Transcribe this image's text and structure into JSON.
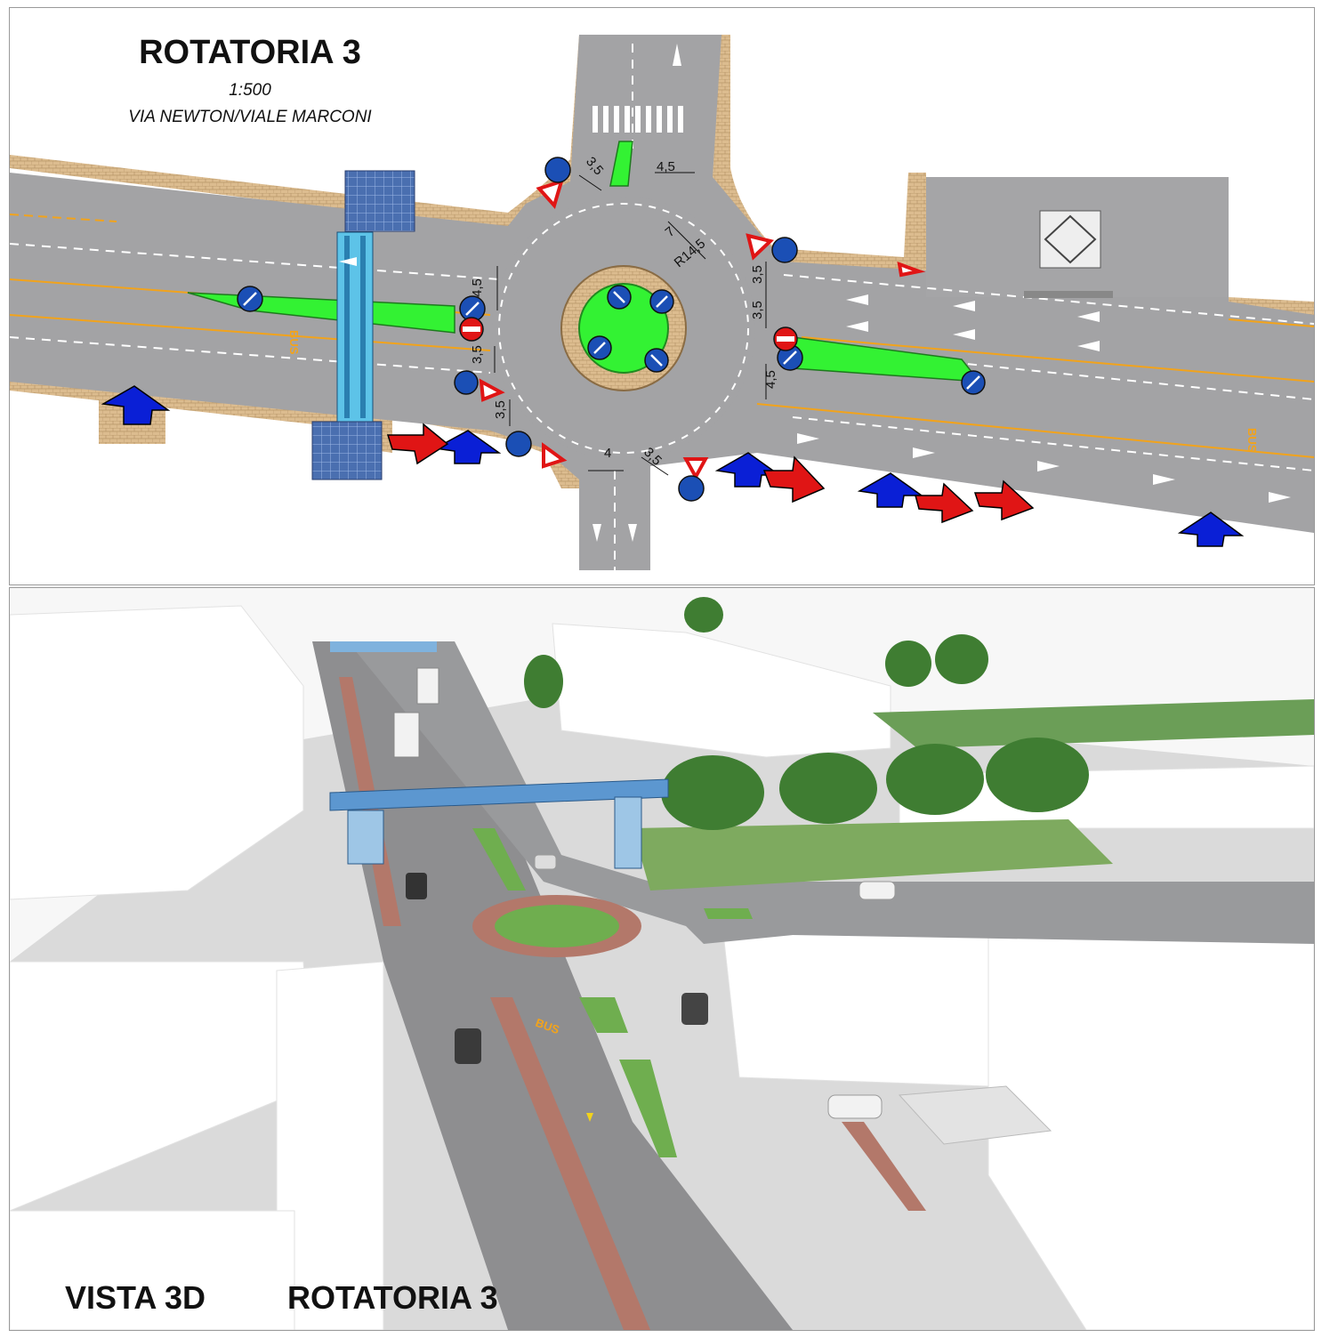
{
  "plan": {
    "title": "ROTATORIA 3",
    "scale": "1:500",
    "subtitle": "VIA NEWTON/VIALE MARCONI",
    "bus_marking": "BUS",
    "dimensions": [
      "3,5",
      "4,5",
      "7",
      "R14,5",
      "4,5",
      "3,5",
      "3,5",
      "3,5",
      "4,5",
      "3,5",
      "4",
      "3,5"
    ]
  },
  "view3d": {
    "label_left": "VISTA 3D",
    "label_right": "ROTATORIA 3",
    "bus_marking": "BUS"
  },
  "colors": {
    "asphalt": "#a3a3a5",
    "sidewalk": "#d9b98c",
    "green_island": "#33f233",
    "blue_arrow": "#0a1fd6",
    "red_arrow": "#e01515",
    "bus_lane": "#f2a31b",
    "sign_blue": "#1b4fb5"
  }
}
